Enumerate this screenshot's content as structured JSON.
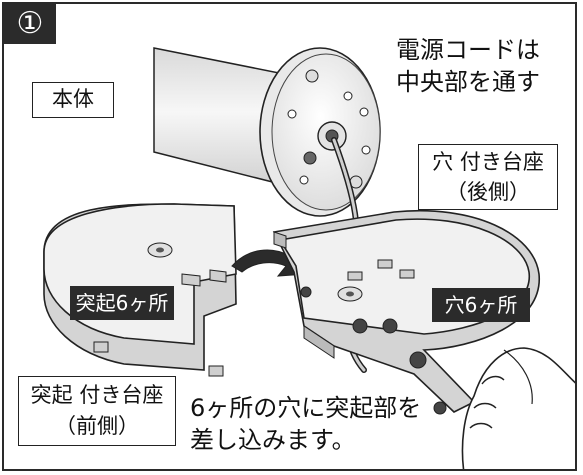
{
  "step_badge": "①",
  "labels": {
    "main_body": "本体",
    "cord_note": [
      "電源コードは",
      "中央部を通す"
    ],
    "rear_base": [
      "穴 付き台座",
      "（後側）"
    ],
    "front_base": [
      "突起 付き台座",
      "（前側）"
    ],
    "protrusions": "突起6ヶ所",
    "holes": "穴6ヶ所",
    "instruction": [
      "6ヶ所の穴に突起部を",
      "差し込みます。"
    ]
  },
  "colors": {
    "frame": "#2a2a2a",
    "dark_label_bg": "#2b2b2b",
    "part_fill": "#f1f1f1",
    "part_shadow": "#d4d4d4"
  }
}
